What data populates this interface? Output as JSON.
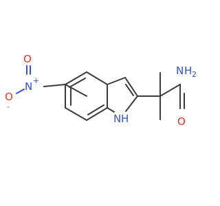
{
  "molecule": {
    "labels": {
      "nitro_n": "N",
      "nitro_n_charge": "+",
      "nitro_o_top": "O",
      "nitro_o_left": "O",
      "nitro_o_left_charge": "-",
      "indole_n": "N",
      "indole_h": "H",
      "amide_n": "N",
      "amide_h2": "H",
      "amide_h2_sub": "2",
      "amide_o": "O"
    },
    "colors": {
      "bond": "#3a3a3a",
      "nitrogen": "#3350d8",
      "oxygen": "#e8322a"
    }
  }
}
